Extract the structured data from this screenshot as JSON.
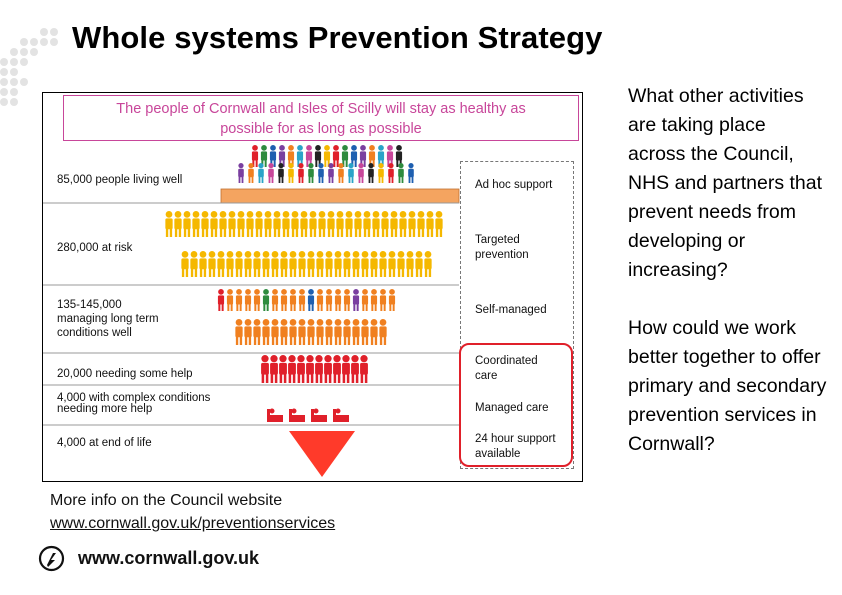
{
  "slide": {
    "title": "Whole systems Prevention Strategy",
    "more_info": {
      "line1": "More info on the Council website",
      "link": "www.cornwall.gov.uk/preventionservices"
    },
    "footer_url": "www.cornwall.gov.uk"
  },
  "diagram": {
    "motto_line1": "The people of Cornwall and Isles of Scilly will stay as healthy as",
    "motto_line2": "possible for as long as possible",
    "bands": [
      {
        "label_lines": [
          "85,000 people living well"
        ]
      },
      {
        "label_lines": [
          "280,000 at risk"
        ]
      },
      {
        "label_lines": [
          "135-145,000",
          "managing long term",
          "conditions well"
        ]
      },
      {
        "label_lines": [
          "20,000 needing some help"
        ]
      },
      {
        "label_lines": [
          "4,000 with complex conditions",
          "needing more help"
        ]
      },
      {
        "label_lines": [
          "4,000 at end of life"
        ]
      }
    ],
    "support_levels": [
      {
        "label_lines": [
          "Ad hoc support"
        ]
      },
      {
        "label_lines": [
          "Targeted",
          "prevention"
        ]
      },
      {
        "label_lines": [
          "Self-managed"
        ]
      },
      {
        "label_lines": [
          "Coordinated",
          "care"
        ]
      },
      {
        "label_lines": [
          "Managed care"
        ]
      },
      {
        "label_lines": [
          "24 hour support",
          "available"
        ]
      }
    ],
    "colors": {
      "motto": "#c8469a",
      "peach": "#f4a460",
      "yellow": "#f5b800",
      "orange": "#f08020",
      "red": "#e0202a",
      "red_box": "#e0202a",
      "divider": "#999999"
    }
  },
  "questions": [
    "What other activities are taking place across the Council, NHS and partners that prevent needs from developing or increasing?",
    "How could we work better together to offer primary and secondary prevention services in Cornwall?"
  ]
}
